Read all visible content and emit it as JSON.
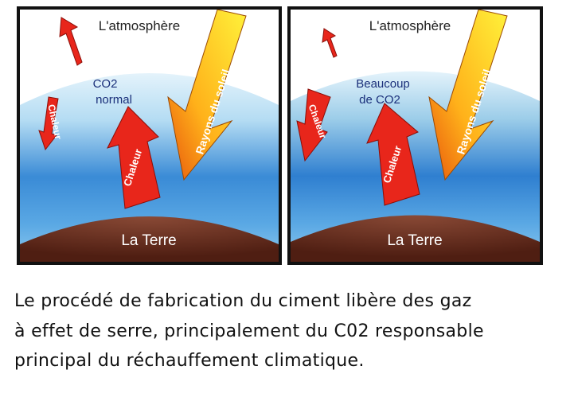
{
  "panels": [
    {
      "atmosphere_label": "L'atmosphère",
      "sun_label": "Rayons du soleil",
      "co2_label_line1": "CO2",
      "co2_label_line2": "normal",
      "heat_out_label": "Chaleur",
      "heat_up_label": "Chaleur",
      "earth_label": "La Terre"
    },
    {
      "atmosphere_label": "L'atmosphère",
      "sun_label": "Rayons du soleil",
      "co2_label_line1": "Beaucoup",
      "co2_label_line2": "de CO2",
      "heat_out_label": "Chaleur",
      "heat_up_label": "Chaleur",
      "earth_label": "La Terre"
    }
  ],
  "caption": {
    "line1": "Le procédé de fabrication du ciment libère des gaz",
    "line2": "à effet de serre, principalement du C02 responsable",
    "line3": "principal du réchauffement climatique."
  },
  "colors": {
    "sky_top": "#ffffff",
    "atmosphere_light": "#d6ecf7",
    "atmosphere_blue": "#2f7fd0",
    "earth": "#6b2f1f",
    "heat_arrow": "#e8261b",
    "sun_arrow_start": "#ffe81a",
    "sun_arrow_end": "#f07a10",
    "frame": "#111111"
  }
}
